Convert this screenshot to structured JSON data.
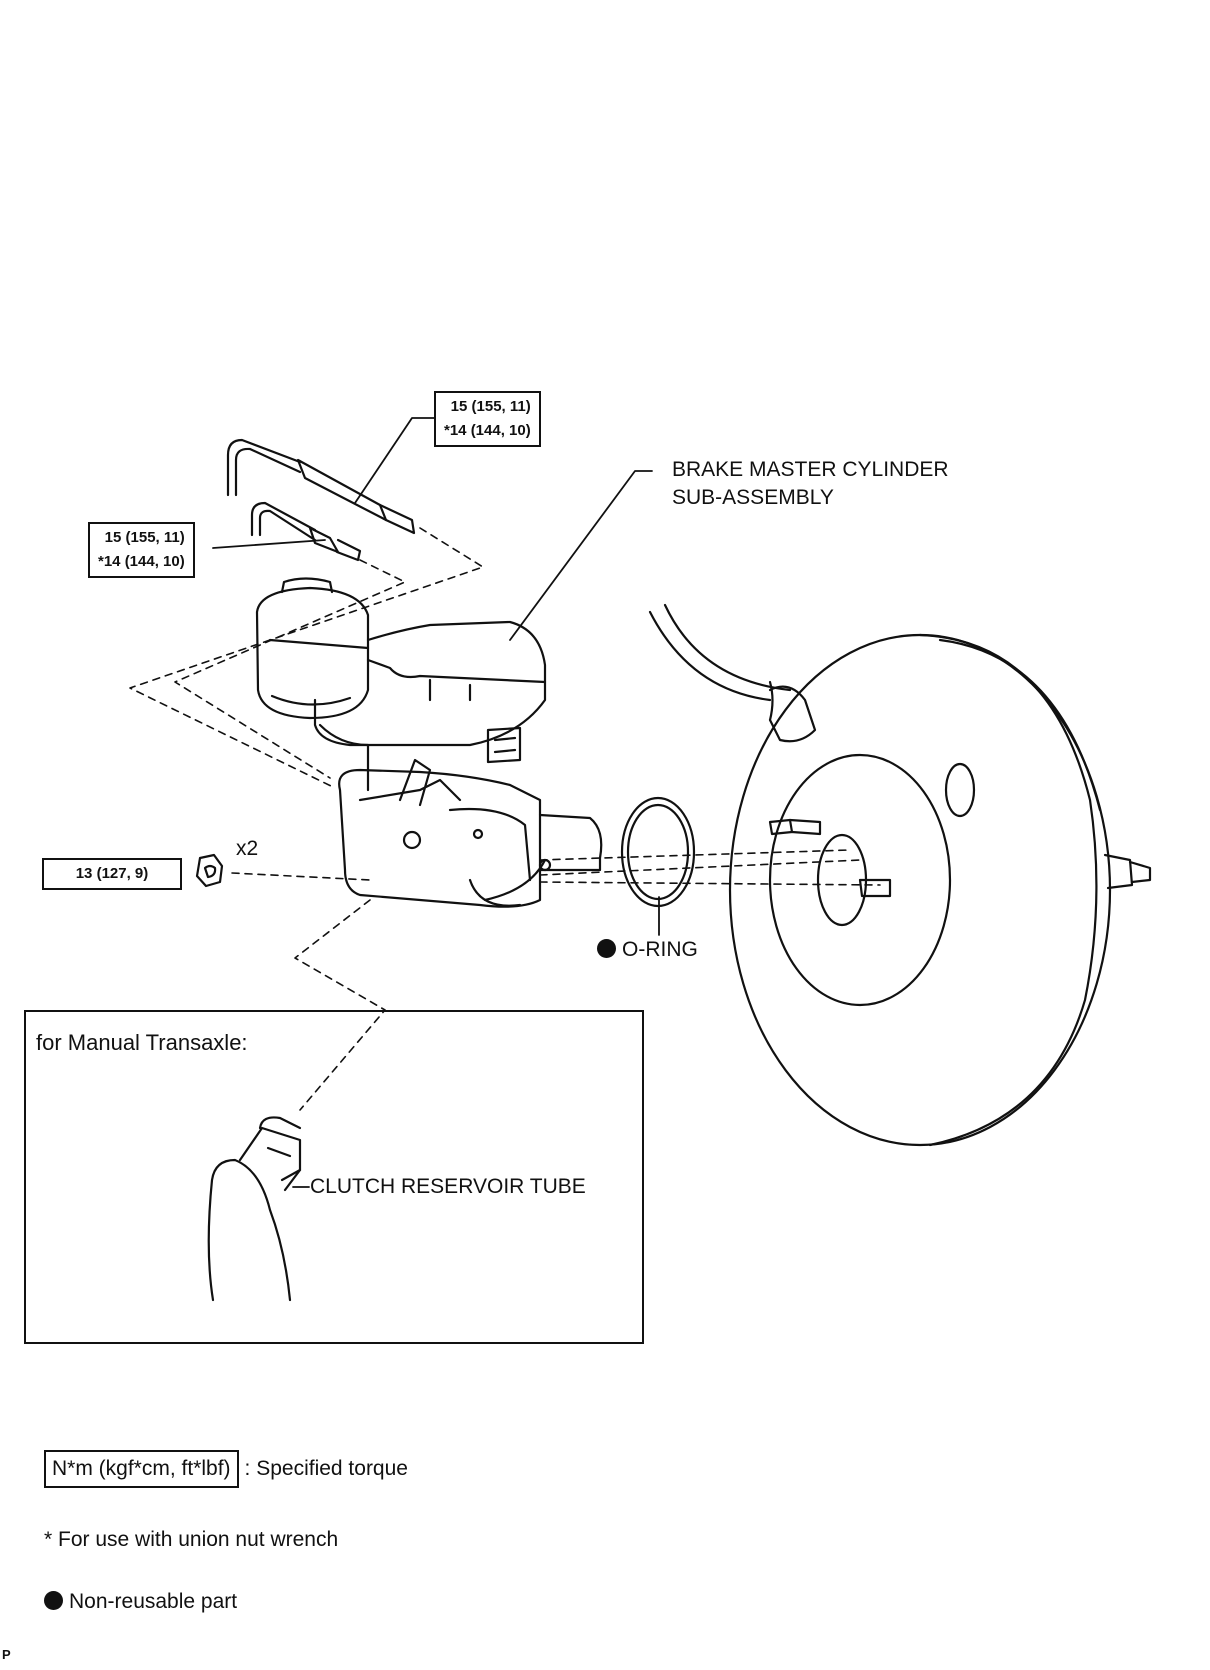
{
  "labels": {
    "upper_torque": {
      "line1": "15 (155, 11)",
      "line2": "*14 (144, 10)"
    },
    "mid_torque": {
      "line1": "15 (155, 11)",
      "line2": "*14 (144, 10)"
    },
    "nut_torque": "13 (127, 9)",
    "nut_qty": "x2",
    "master_cylinder": {
      "line1": "BRAKE MASTER CYLINDER",
      "line2": "SUB-ASSEMBLY"
    },
    "o_ring": "O-RING",
    "inset_title": "for Manual Transaxle:",
    "clutch_tube": "CLUTCH RESERVOIR TUBE"
  },
  "legend": {
    "torque_unit": "N*m (kgf*cm, ft*lbf)",
    "torque_desc": ": Specified torque",
    "union_note": "* For use with union nut wrench",
    "non_reusable": "Non-reusable part"
  },
  "corner_mark": "P"
}
